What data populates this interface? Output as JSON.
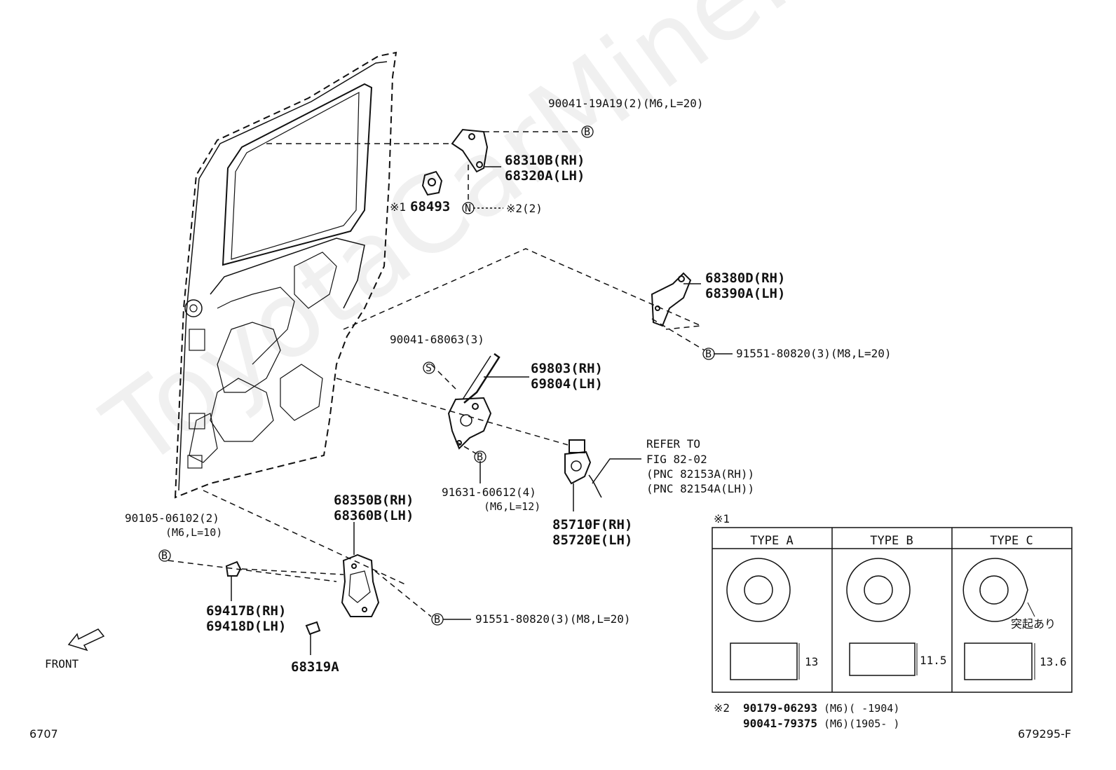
{
  "watermark": "ToyotaCarMine.ru",
  "parts": {
    "bolt_top": "90041-19A19(2)(M6,L=20)",
    "hinge_upper_rh": "68310B(RH)",
    "hinge_upper_lh": "68320A(LH)",
    "cushion": "68493",
    "cushion_note": "※1",
    "nut_note": "※2(2)",
    "hinge_center_rh": "68380D(RH)",
    "hinge_center_lh": "68390A(LH)",
    "bolt_center": "91551-80820(3)(M8,L=20)",
    "screw_regulator": "90041-68063(3)",
    "regulator_rh": "69803(RH)",
    "regulator_lh": "69804(LH)",
    "bolt_regulator": "91631-60612(4)",
    "bolt_regulator_spec": "(M6,L=12)",
    "refer_line1": "REFER TO",
    "refer_line2": "FIG 82-02",
    "refer_line3": "(PNC 82153A(RH))",
    "refer_line4": "(PNC 82154A(LH))",
    "motor_rh": "85710F(RH)",
    "motor_lh": "85720E(LH)",
    "hinge_lower_rh": "68350B(RH)",
    "hinge_lower_lh": "68360B(LH)",
    "bolt_lower_left": "90105-06102(2)",
    "bolt_lower_left_spec": "(M6,L=10)",
    "bumper_rh": "69417B(RH)",
    "bumper_lh": "69418D(LH)",
    "bolt_lower": "91551-80820(3)(M8,L=20)",
    "stopper": "68319A",
    "front_label": "FRONT",
    "marker_b": "B",
    "marker_n": "N",
    "marker_s": "S"
  },
  "types_table": {
    "note_mark": "※1",
    "columns": [
      {
        "header": "TYPE A",
        "dimension": "13"
      },
      {
        "header": "TYPE B",
        "dimension": "11.5"
      },
      {
        "header": "TYPE C",
        "dimension": "13.6",
        "note": "突起あり"
      }
    ]
  },
  "note2": {
    "mark": "※2",
    "line1_part": "90179-06293",
    "line1_spec": "(M6)(      -1904)",
    "line2_part": "90041-79375",
    "line2_spec": "(M6)(1905-      )"
  },
  "footer": {
    "left": "6707",
    "right": "679295-F"
  }
}
